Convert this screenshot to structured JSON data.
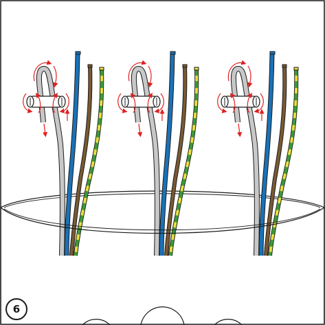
{
  "step": {
    "number": "6"
  },
  "colors": {
    "outline": "#1a1a1a",
    "grey_wire": "#c8c8c8",
    "blue_wire": "#1a72b8",
    "brown_wire": "#7a5a33",
    "earth_green": "#3a9a3a",
    "earth_yellow": "#e8e040",
    "arrow_red": "#e02020"
  },
  "icons": {
    "clamp": "cable-clamp-icon",
    "arrows": "rotation-arrow-icon"
  },
  "cable_groups": [
    {
      "id": "left"
    },
    {
      "id": "center"
    },
    {
      "id": "right"
    }
  ]
}
